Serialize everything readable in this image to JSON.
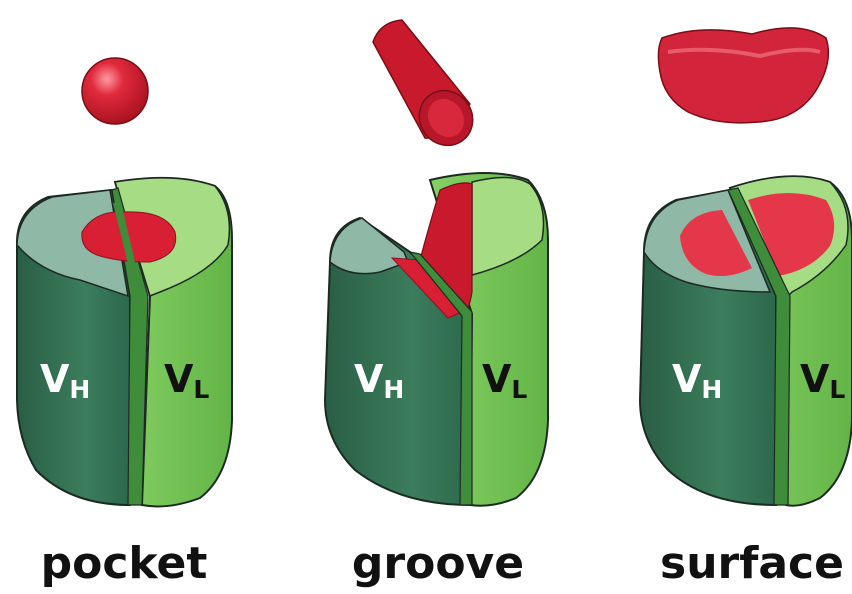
{
  "panels": [
    {
      "caption": "pocket",
      "heavy": {
        "main": "V",
        "sub": "H"
      },
      "light": {
        "main": "V",
        "sub": "L"
      }
    },
    {
      "caption": "groove",
      "heavy": {
        "main": "V",
        "sub": "H"
      },
      "light": {
        "main": "V",
        "sub": "L"
      }
    },
    {
      "caption": "surface",
      "heavy": {
        "main": "V",
        "sub": "H"
      },
      "light": {
        "main": "V",
        "sub": "L"
      }
    }
  ],
  "colors": {
    "heavy_chain": "#2f6d4f",
    "heavy_chain_top": "#8fb8a6",
    "light_chain": "#78c85a",
    "light_chain_top": "#a6dc84",
    "linker": "#3f8d3b",
    "antigen": "#d81f33",
    "outline": "#1d2a22"
  }
}
